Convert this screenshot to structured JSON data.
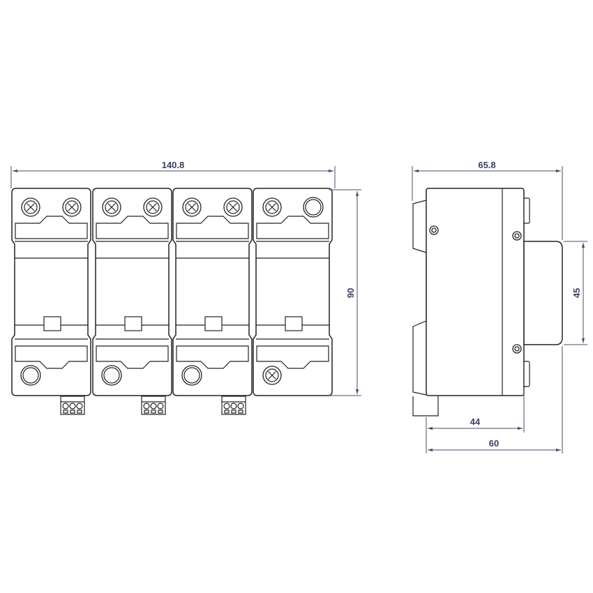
{
  "dimensions": {
    "front_width": "140.8",
    "front_height": "90",
    "side_depth": "65.8",
    "rail_height": "45",
    "depth_44": "44",
    "depth_60": "60"
  },
  "colors": {
    "line": "#222222",
    "dimension_text": "#3a3f66"
  }
}
